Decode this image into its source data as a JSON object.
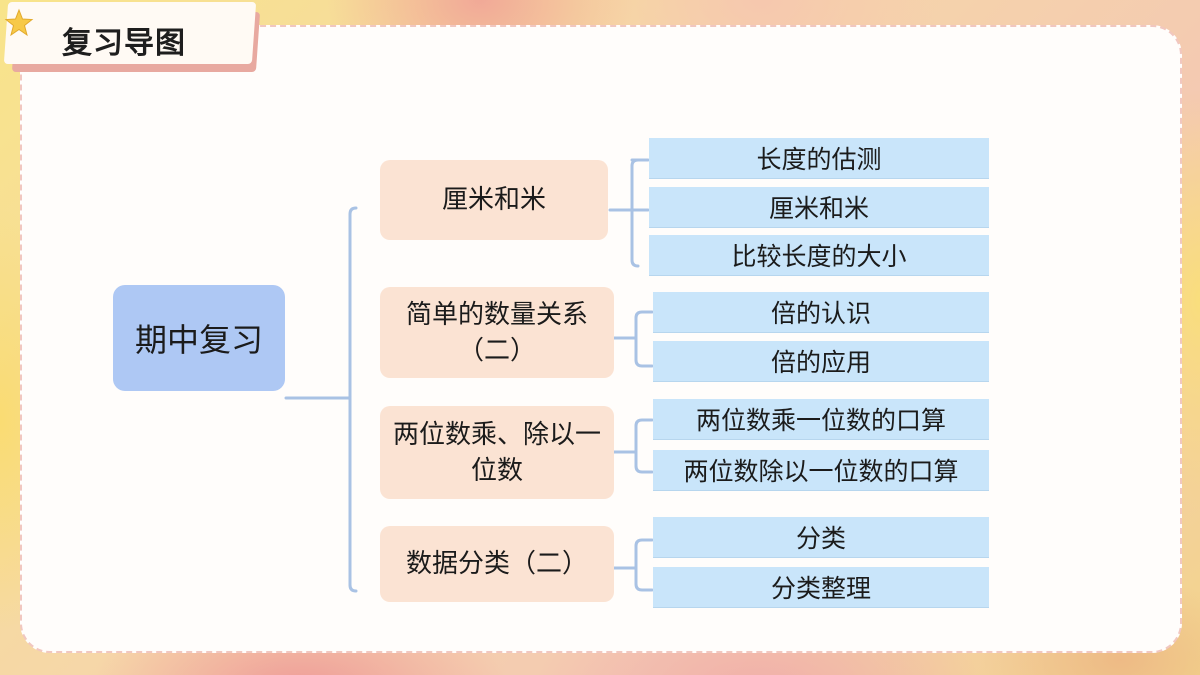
{
  "header": {
    "title": "复习导图",
    "icon": "star-icon"
  },
  "mindmap": {
    "root": "期中复习",
    "branches": [
      {
        "label": "厘米和米",
        "children": [
          "长度的估测",
          "厘米和米",
          "比较长度的大小"
        ]
      },
      {
        "label": "简单的数量关系（二）",
        "children": [
          "倍的认识",
          "倍的应用"
        ]
      },
      {
        "label": "两位数乘、除以一位数",
        "children": [
          "两位数乘一位数的口算",
          "两位数除以一位数的口算"
        ]
      },
      {
        "label": "数据分类（二）",
        "children": [
          "分类",
          "分类整理"
        ]
      }
    ]
  },
  "colors": {
    "root_fill": "#aec8f4",
    "branch_fill": "#fbe3d3",
    "leaf_fill": "#c9e5fa",
    "connector": "#a9c2e4"
  }
}
